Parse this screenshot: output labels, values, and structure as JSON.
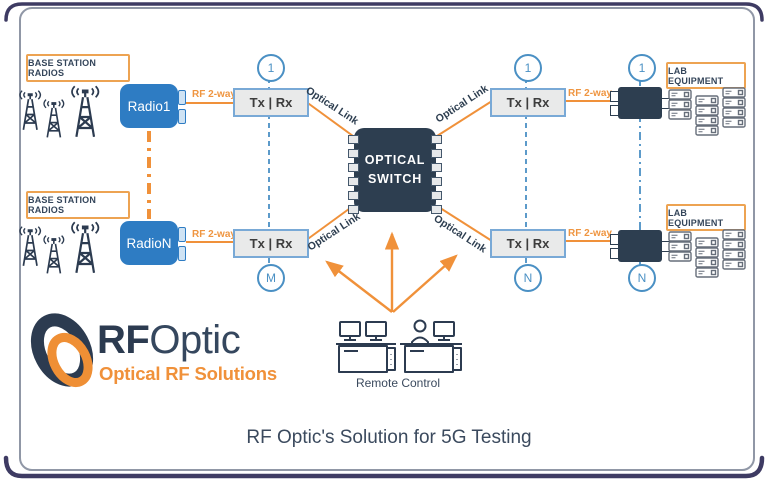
{
  "title": "RF Optic's Solution for 5G Testing",
  "logo": {
    "rf": "RF",
    "optic": "Optic",
    "tagline": "Optical RF Solutions"
  },
  "labels": {
    "base_station_radios": "BASE STATION RADIOS",
    "lab_equipment": "LAB EQUIPMENT",
    "rf_2way": "RF 2-way",
    "optical_link": "Optical Link",
    "remote_control": "Remote Control"
  },
  "nodes": {
    "radio1": "Radio1",
    "radio_n": "RadioN",
    "txrx": "Tx | Rx",
    "optical_switch": "OPTICAL\nSWITCH"
  },
  "ports": {
    "radio_chain_top": "1",
    "radio_chain_bottom": "M",
    "lab_chain_top": "1",
    "lab_chain_bottom": "N",
    "converter_top": "1",
    "converter_bottom": "N"
  },
  "colors": {
    "navy": "#2d3e50",
    "radio_blue": "#2e7cc3",
    "link_blue": "#4a90c4",
    "orange": "#f0913a",
    "frame_gray": "#9097a6",
    "frame_navy": "#3e3b63"
  }
}
